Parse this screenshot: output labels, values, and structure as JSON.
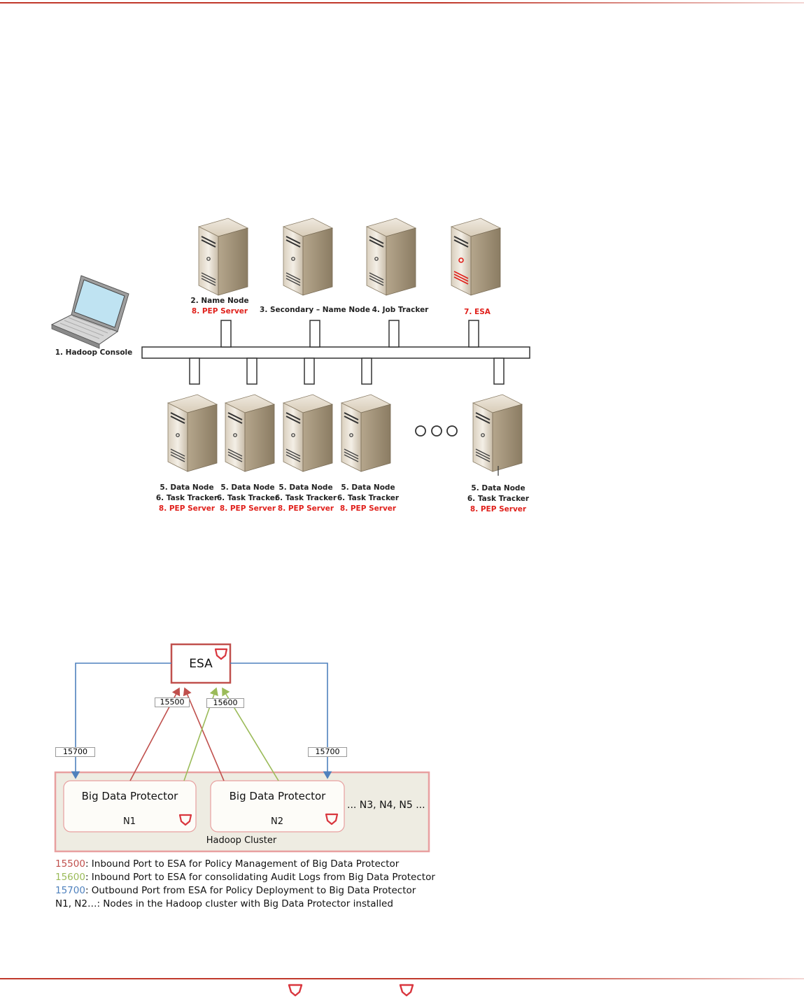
{
  "diagram1": {
    "console": {
      "label": "1. Hadoop Console"
    },
    "top_nodes": [
      {
        "lines": [
          "2. Name Node"
        ],
        "red_lines": [
          "8. PEP Server"
        ]
      },
      {
        "lines": [
          "3. Secondary – Name Node"
        ],
        "red_lines": []
      },
      {
        "lines": [
          "4. Job Tracker"
        ],
        "red_lines": []
      },
      {
        "lines": [],
        "red_lines": [
          "7. ESA"
        ]
      }
    ],
    "data_nodes": [
      {
        "line1": "5. Data Node",
        "line2": "6. Task Tracker",
        "line3": "8. PEP Server"
      },
      {
        "line1": "5. Data Node",
        "line2": "6. Task Tracker",
        "line3": "8. PEP Server"
      },
      {
        "line1": "5. Data Node",
        "line2": "6. Task Tracker",
        "line3": "8. PEP Server"
      },
      {
        "line1": "5. Data Node",
        "line2": "6. Task Tracker",
        "line3": "8. PEP Server"
      },
      {
        "line1": "5. Data Node",
        "line2": "6. Task Tracker",
        "line3": "8. PEP Server"
      }
    ]
  },
  "diagram2": {
    "esa_label": "ESA",
    "ports": {
      "p15500": "15500",
      "p15600": "15600",
      "p15700_left": "15700",
      "p15700_right": "15700"
    },
    "node1": {
      "title": "Big Data Protector",
      "id": "N1"
    },
    "node2": {
      "title": "Big Data Protector",
      "id": "N2"
    },
    "more_nodes": "... N3, N4, N5 ...",
    "cluster_label": "Hadoop Cluster",
    "legend": [
      {
        "port": "15500",
        "text": ": Inbound Port to ESA for Policy Management of Big Data Protector",
        "color": "#c0504d"
      },
      {
        "port": "15600",
        "text": ": Inbound Port to ESA for consolidating Audit Logs from Big Data Protector",
        "color": "#9bbb59"
      },
      {
        "port": "15700",
        "text": ": Outbound Port from ESA for Policy Deployment to Big Data Protector",
        "color": "#4f81bd"
      },
      {
        "port": "",
        "text": "N1, N2…: Nodes in the Hadoop cluster with Big Data Protector installed",
        "color": "#111111"
      }
    ]
  },
  "colors": {
    "accent": "#c0392b",
    "port_15500": "#c0504d",
    "port_15600": "#9bbb59",
    "port_15700": "#4f81bd"
  }
}
